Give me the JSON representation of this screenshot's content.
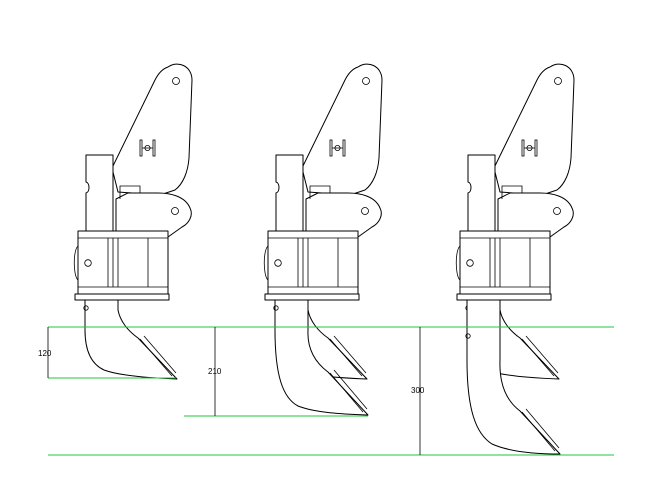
{
  "dimensions": [
    {
      "label": "120",
      "value": 120
    },
    {
      "label": "210",
      "value": 210
    },
    {
      "label": "300",
      "value": 300
    }
  ],
  "colors": {
    "guide_line": "#22c53a",
    "outline": "#000000",
    "background": "#ffffff"
  }
}
